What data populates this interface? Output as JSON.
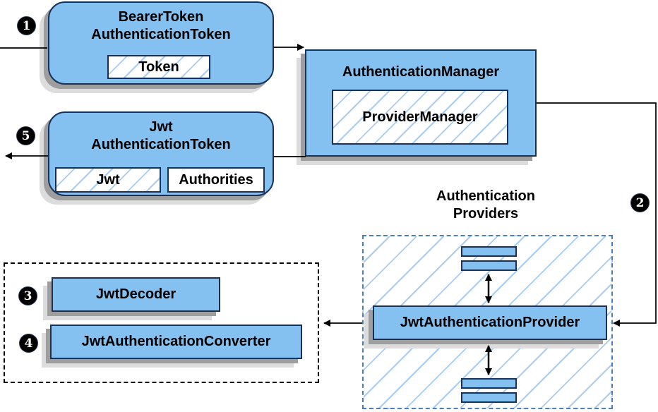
{
  "nodes": {
    "bearer_token": {
      "title_line1": "BearerToken",
      "title_line2": "AuthenticationToken",
      "chip": "Token"
    },
    "authentication_manager": {
      "title": "AuthenticationManager",
      "chip": "ProviderManager"
    },
    "jwt_authentication_token": {
      "title_line1": "Jwt",
      "title_line2": "AuthenticationToken",
      "chip_jwt": "Jwt",
      "chip_authorities": "Authorities"
    },
    "authentication_providers": {
      "heading_line1": "Authentication",
      "heading_line2": "Providers",
      "provider": "JwtAuthenticationProvider"
    },
    "jwt_decoder": {
      "label": "JwtDecoder"
    },
    "jwt_authentication_converter": {
      "label": "JwtAuthenticationConverter"
    }
  },
  "badges": {
    "step1": "1",
    "step2": "2",
    "step3": "3",
    "step4": "4",
    "step5": "5"
  },
  "colors": {
    "node_fill": "#85c1f0",
    "node_border": "#16325b",
    "hatch_line": "#a8cdf0",
    "providers_border": "#4a7ebd",
    "shadow_dark": "#9e9e9e",
    "shadow_light": "#dcdcdc"
  }
}
